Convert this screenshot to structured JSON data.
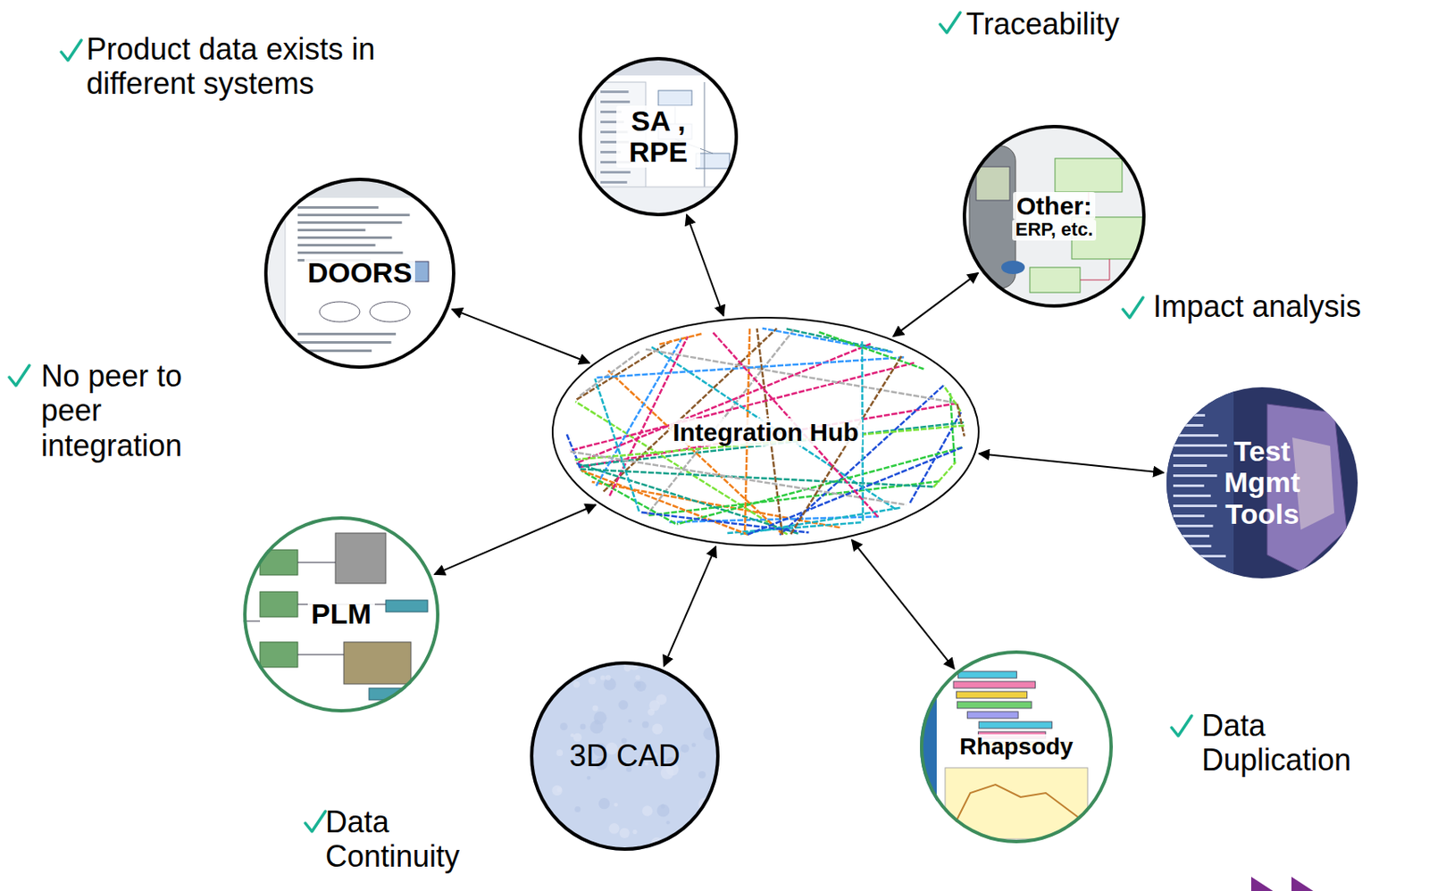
{
  "diagram": {
    "nodes": [
      {
        "text": [
          "SA , RPE"
        ]
      },
      {
        "text": [
          "Other:",
          "ERP, etc."
        ]
      },
      {
        "text": [
          "DOORS"
        ]
      },
      {
        "text": [
          "Integration Hub"
        ]
      },
      {
        "text": [
          "Test Mgmt Tools"
        ]
      },
      {
        "text": [
          "PLM"
        ]
      },
      {
        "text": [
          "Rhapsody"
        ]
      },
      {
        "text": [
          "3D CAD"
        ]
      }
    ],
    "edges": [
      {
        "from": 0,
        "to": 3,
        "arrow": "both"
      },
      {
        "from": 1,
        "to": 3,
        "arrow": "both"
      },
      {
        "from": 2,
        "to": 3,
        "arrow": "both"
      },
      {
        "from": 4,
        "to": 3,
        "arrow": "both"
      },
      {
        "from": 5,
        "to": 3,
        "arrow": "both"
      },
      {
        "from": 6,
        "to": 3,
        "arrow": "both"
      },
      {
        "from": 7,
        "to": 3,
        "arrow": "both"
      }
    ],
    "labels": [
      "Product data exists in different systems",
      "Traceability",
      "Impact analysis",
      "No peer to peer integration",
      "Data Duplication",
      "Data Continuity"
    ]
  }
}
